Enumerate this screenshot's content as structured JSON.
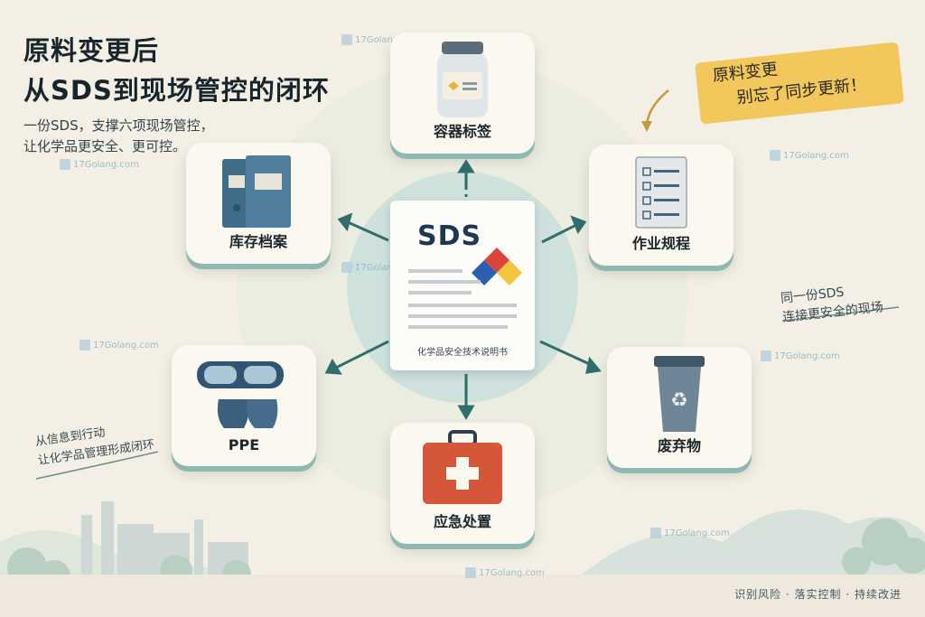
{
  "title_lines": [
    "原料变更后",
    "从SDS到现场管控的闭环"
  ],
  "subtitle_lines": [
    "一份SDS，支撑六项现场管控，",
    "让化学品更安全、更可控。"
  ],
  "note_banner_lines": [
    "原料变更",
    "别忘了同步更新！"
  ],
  "side_note_right_lines": [
    "同一份SDS",
    "连接更安全的现场"
  ],
  "side_note_left_lines": [
    "从信息到行动",
    "让化学品管理形成闭环"
  ],
  "center": {
    "title": "SDS",
    "caption": "化学品安全技术说明书"
  },
  "cards": {
    "container_label": "容器标签",
    "inventory_label": "库存档案",
    "procedure_label": "作业规程",
    "ppe_label": "PPE",
    "waste_label": "废弃物",
    "emergency_label": "应急处置"
  },
  "footer": "识别风险 · 落实控制 · 持续改进",
  "watermark": "17Golang.com",
  "colors": {
    "background": "#f3efe4",
    "accent_teal": "#8fb7b3",
    "note_yellow": "#f2c75c",
    "folder_blue": "#3f6d8a",
    "kit_red": "#d6563a"
  }
}
